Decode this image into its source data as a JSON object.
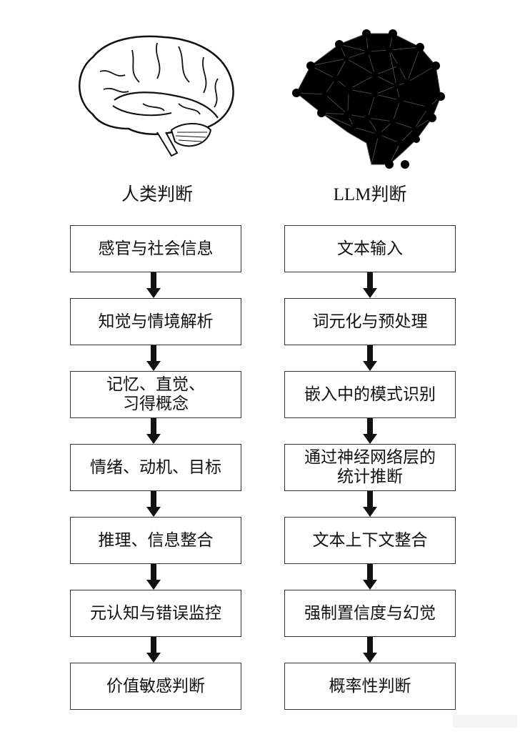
{
  "human": {
    "title": "人类判断",
    "icon": "brain-icon",
    "steps": [
      "感官与社会信息",
      "知觉与情境解析",
      "记忆、直觉、\n习得概念",
      "情绪、动机、目标",
      "推理、信息整合",
      "元认知与错误监控",
      "价值敏感判断"
    ]
  },
  "llm": {
    "title": "LLM判断",
    "icon": "neural-network-brain-icon",
    "steps": [
      "文本输入",
      "词元化与预处理",
      "嵌入中的模式识别",
      "通过神经网络层的\n统计推断",
      "文本上下文整合",
      "强制置信度与幻觉",
      "概率性判断"
    ]
  },
  "colors": {
    "stroke": "#333333",
    "arrow": "#111111",
    "background": "#ffffff"
  }
}
